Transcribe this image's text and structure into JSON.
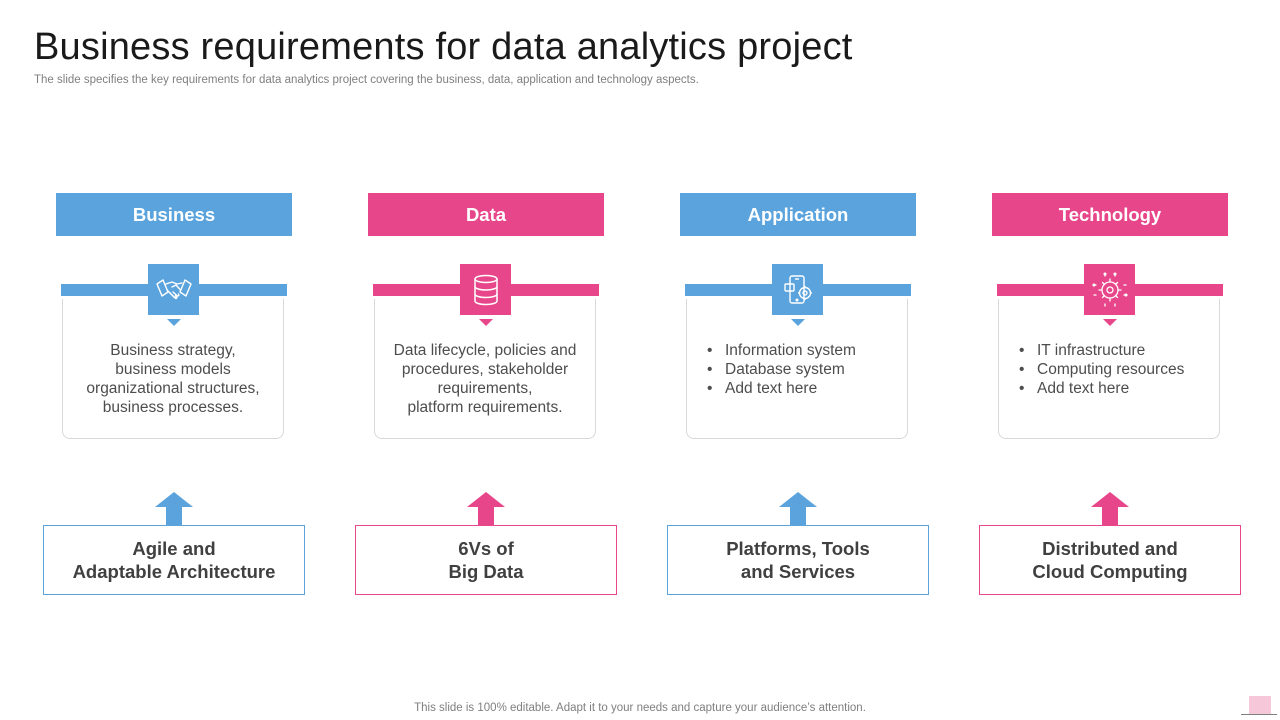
{
  "title": "Business requirements for data analytics project",
  "subtitle": "The slide specifies the key requirements for data analytics project covering the business, data, application and technology aspects.",
  "footer": "This slide is 100% editable. Adapt it to your needs and capture your audience’s attention.",
  "colors": {
    "blue": "#5aa3dc",
    "pink": "#e8468a",
    "corner": "#f6c6d9"
  },
  "columns": [
    {
      "header": "Business",
      "icon": "handshake-icon",
      "lines": [
        "Business strategy,",
        "business models",
        "organizational structures,",
        "business processes."
      ],
      "bottom": [
        "Agile and",
        "Adaptable Architecture"
      ]
    },
    {
      "header": "Data",
      "icon": "database-icon",
      "lines": [
        "Data lifecycle,  policies and",
        "procedures,  stakeholder",
        "requirements,",
        "platform requirements."
      ],
      "bottom": [
        "6Vs of",
        "Big Data"
      ]
    },
    {
      "header": "Application",
      "icon": "mobile-app-gear-icon",
      "bullets": [
        "Information  system",
        "Database system",
        "Add text here"
      ],
      "bottom": [
        "Platforms, Tools",
        "and Services"
      ]
    },
    {
      "header": "Technology",
      "icon": "gear-circuit-icon",
      "bullets": [
        "IT  infrastructure",
        "Computing resources",
        "Add text here"
      ],
      "bottom": [
        "Distributed and",
        "Cloud Computing"
      ]
    }
  ]
}
